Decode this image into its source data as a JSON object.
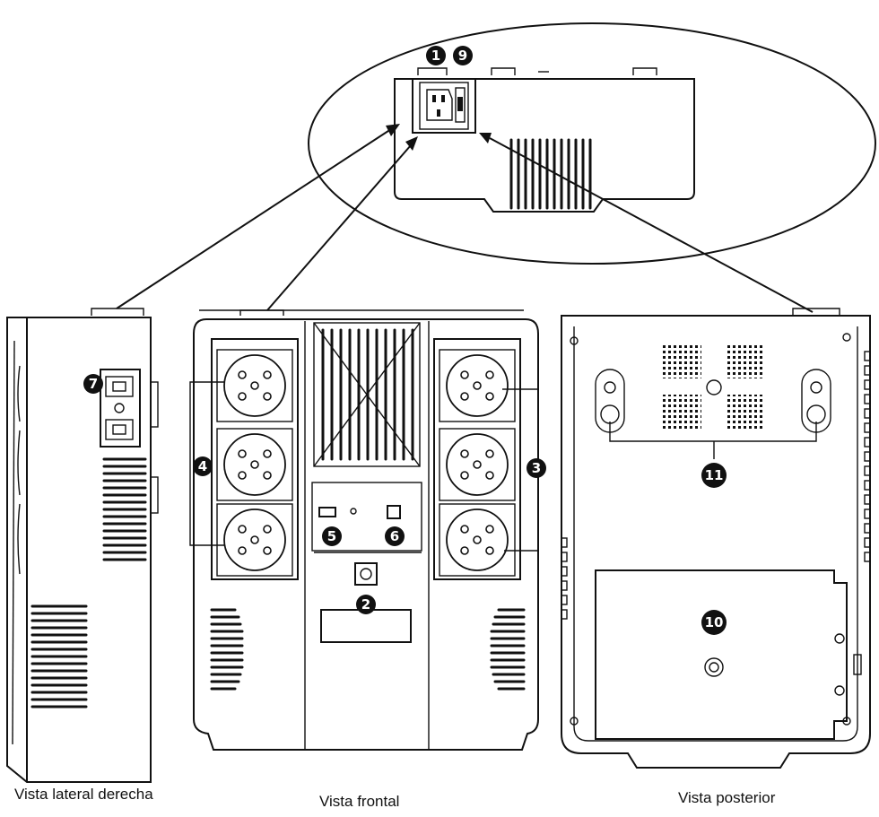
{
  "captions": {
    "right_side": "Vista lateral derecha",
    "front": "Vista frontal",
    "back": "Vista posterior"
  },
  "badges": {
    "b1": "1",
    "b2": "2",
    "b3": "3",
    "b4": "4",
    "b5": "5",
    "b6": "6",
    "b7": "7",
    "b9": "9",
    "b10": "10",
    "b11": "11"
  },
  "colors": {
    "line": "#111111",
    "badge_fill": "#111111",
    "panel_fill": "#e8e8e8",
    "background": "#ffffff"
  }
}
